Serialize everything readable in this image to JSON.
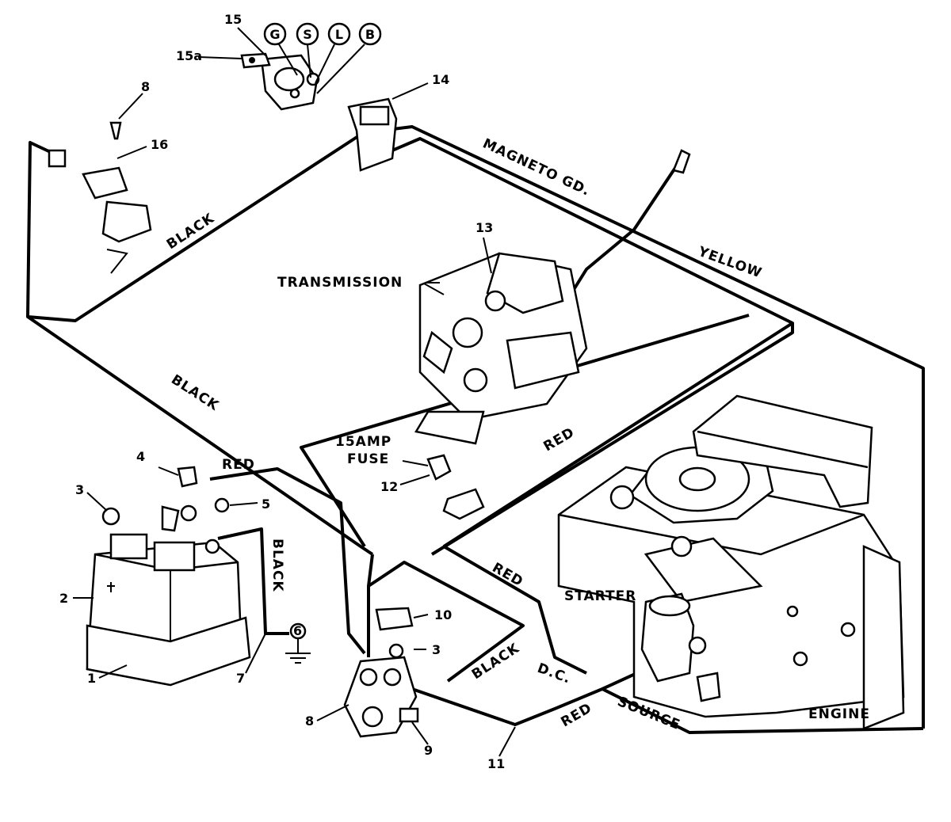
{
  "wire_labels": {
    "magneto": "MAGNETO GD.",
    "yellow": "YELLOW",
    "black_top": "BLACK",
    "black_left": "BLACK",
    "black_battery": "BLACK",
    "black_bottom": "BLACK",
    "red_battery": "RED",
    "red_middle": "RED",
    "red_right": "RED",
    "red_bottom": "RED",
    "dc": "D.C.",
    "source": "SOURCE"
  },
  "component_labels": {
    "transmission": "TRANSMISSION",
    "fuse_line1": "15AMP",
    "fuse_line2": "FUSE",
    "starter": "STARTER",
    "engine": "ENGINE"
  },
  "terminals": [
    "G",
    "S",
    "L",
    "B"
  ],
  "callouts": {
    "c15": "15",
    "c15a": "15a",
    "c8_top": "8",
    "c16": "16",
    "c14": "14",
    "c13": "13",
    "c4": "4",
    "c3_left": "3",
    "c5": "5",
    "c2": "2",
    "c1": "1",
    "c7": "7",
    "c6": "6",
    "c12": "12",
    "c10": "10",
    "c3_bottom": "3",
    "c8_bottom": "8",
    "c9": "9",
    "c11": "11"
  }
}
